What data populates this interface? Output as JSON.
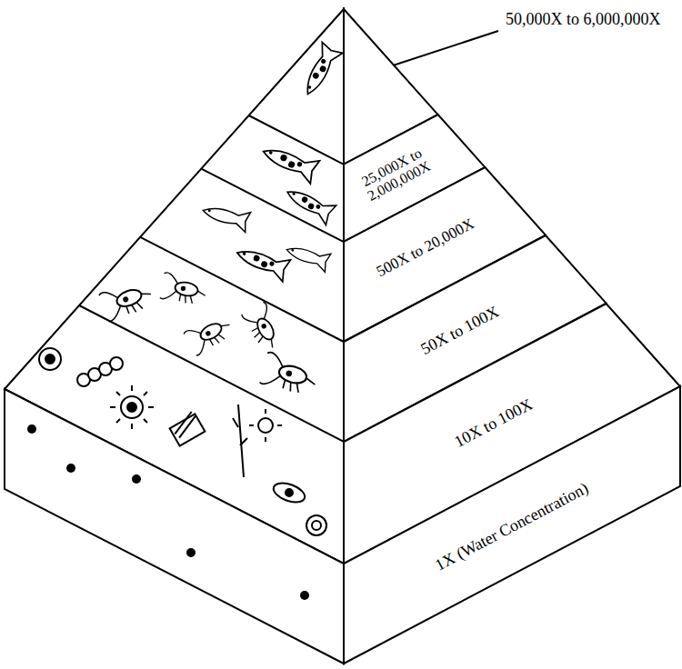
{
  "diagram": {
    "nodes": [
      {
        "text": [
          "50,000X to 6,000,000X"
        ]
      },
      {
        "text": [
          "25,000X to 2,000,000X"
        ]
      },
      {
        "text": [
          "500X to 20,000X"
        ]
      },
      {
        "text": [
          "50X to 100X"
        ]
      },
      {
        "text": [
          "10X to 100X"
        ]
      },
      {
        "text": [
          "1X (Water Concentration)"
        ]
      }
    ]
  }
}
